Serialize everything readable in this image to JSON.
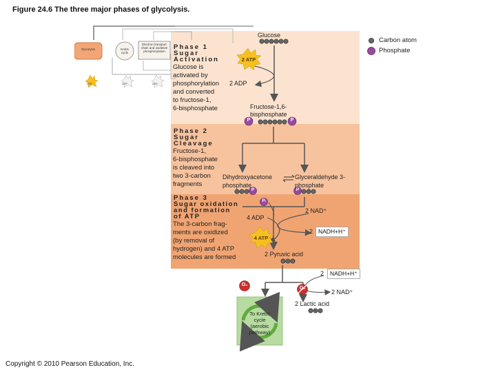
{
  "title": "Figure 24.6 The three major phases of glycolysis.",
  "copyright": "Copyright © 2010 Pearson Education, Inc.",
  "legend": {
    "carbon": "Carbon atom",
    "phosphate": "Phosphate"
  },
  "inset": {
    "glycolysis": "Glycolysis",
    "krebs": "Krebs cycle",
    "etc": "Electron transport chain and oxidative phosphorylation",
    "atp": "ATP"
  },
  "molecules": {
    "glucose": "Glucose",
    "fbp": "Fructose-1,6-bisphosphate",
    "dhap": "Dihydroxyacetone phosphate",
    "g3p": "Glyceraldehyde 3-phosphate",
    "pyruvic": "2 Pyruvic acid",
    "lactic": "2 Lactic acid",
    "krebs_box": "To Krebs cycle (aerobic pathway)"
  },
  "badges": {
    "atp2": "2 ATP",
    "atp4": "4 ATP",
    "phosphate_symbol": "P",
    "pi_symbol": "Pᵢ",
    "o2_symbol": "O₂"
  },
  "labels": {
    "adp2": "2 ADP",
    "adp4": "4 ADP",
    "nad2": "2 NAD⁺",
    "nadh2": "NADH+H⁺",
    "nadh_num": "2",
    "nadh2b_num": "2",
    "nadh2b": "NADH+H⁺",
    "nad2b": "2 NAD⁺"
  },
  "phases": {
    "p1": {
      "title1": "Phase 1",
      "title2": "Sugar",
      "title3": "Activation",
      "desc": [
        "Glucose is",
        "activated by",
        "phosphorylation",
        "and converted",
        "to fructose-1,",
        "6-bisphosphate"
      ]
    },
    "p2": {
      "title1": "Phase 2",
      "title2": "Sugar",
      "title3": "Cleavage",
      "desc": [
        "Fructose-1,",
        "6-bisphosphate",
        "is cleaved into",
        "two 3-carbon",
        "fragments"
      ]
    },
    "p3": {
      "title1": "Phase 3",
      "title2": "Sugar oxidation",
      "title3": "and formation",
      "title4": "of ATP",
      "desc": [
        "The 3-carbon frag-",
        "ments are oxidized",
        "(by removal of",
        "hydrogen) and 4 ATP",
        "molecules are formed"
      ]
    }
  },
  "colors": {
    "phase1": "#fbe3cf",
    "phase2": "#f7c39e",
    "phase3": "#f0a472",
    "krebs": "#b7dba0",
    "phosphate": "#8e3f93",
    "atp": "#f5c020",
    "o2": "#c8312e"
  }
}
